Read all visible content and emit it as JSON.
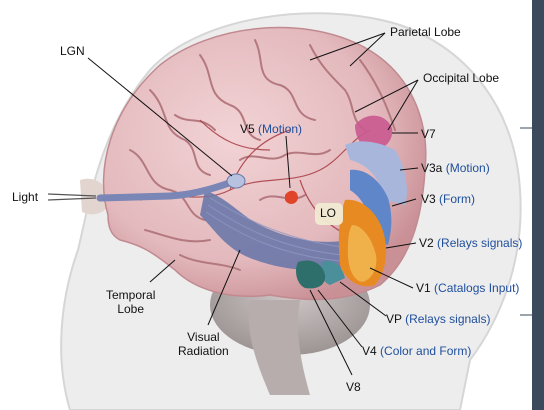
{
  "labels": {
    "parietal_lobe": "Parietal Lobe",
    "occipital_lobe": "Occipital Lobe",
    "lgn": "LGN",
    "v5": "V5",
    "v5_note": "(Motion)",
    "v7": "V7",
    "v3a": "V3a",
    "v3a_note": "(Motion)",
    "light": "Light",
    "lo": "LO",
    "v3": "V3",
    "v3_note": "(Form)",
    "v2": "V2",
    "v2_note": "(Relays signals)",
    "temporal_lobe_1": "Temporal",
    "temporal_lobe_2": "Lobe",
    "v1": "V1",
    "v1_note": "(Catalogs Input)",
    "vp": "VP",
    "vp_note": "(Relays signals)",
    "visual_radiation_1": "Visual",
    "visual_radiation_2": "Radiation",
    "v4": "V4",
    "v4_note": "(Color and Form)",
    "v8": "V8"
  },
  "colors": {
    "brain": "#e3b9bd",
    "sulci": "#b4797f",
    "vessel": "#a2323a",
    "head": "#ececec",
    "radiation": "#6b78a8",
    "v7": "#c9598f",
    "v3a": "#a9b6dc",
    "v3": "#5f86c8",
    "v2": "#e88a22",
    "v1": "#f0b04a",
    "v4": "#2f6f6b",
    "lo": "#f1ead2",
    "v5": "#e0452a",
    "note_blue": "#1f4e9c",
    "sidebar": "#3a4a5c"
  }
}
